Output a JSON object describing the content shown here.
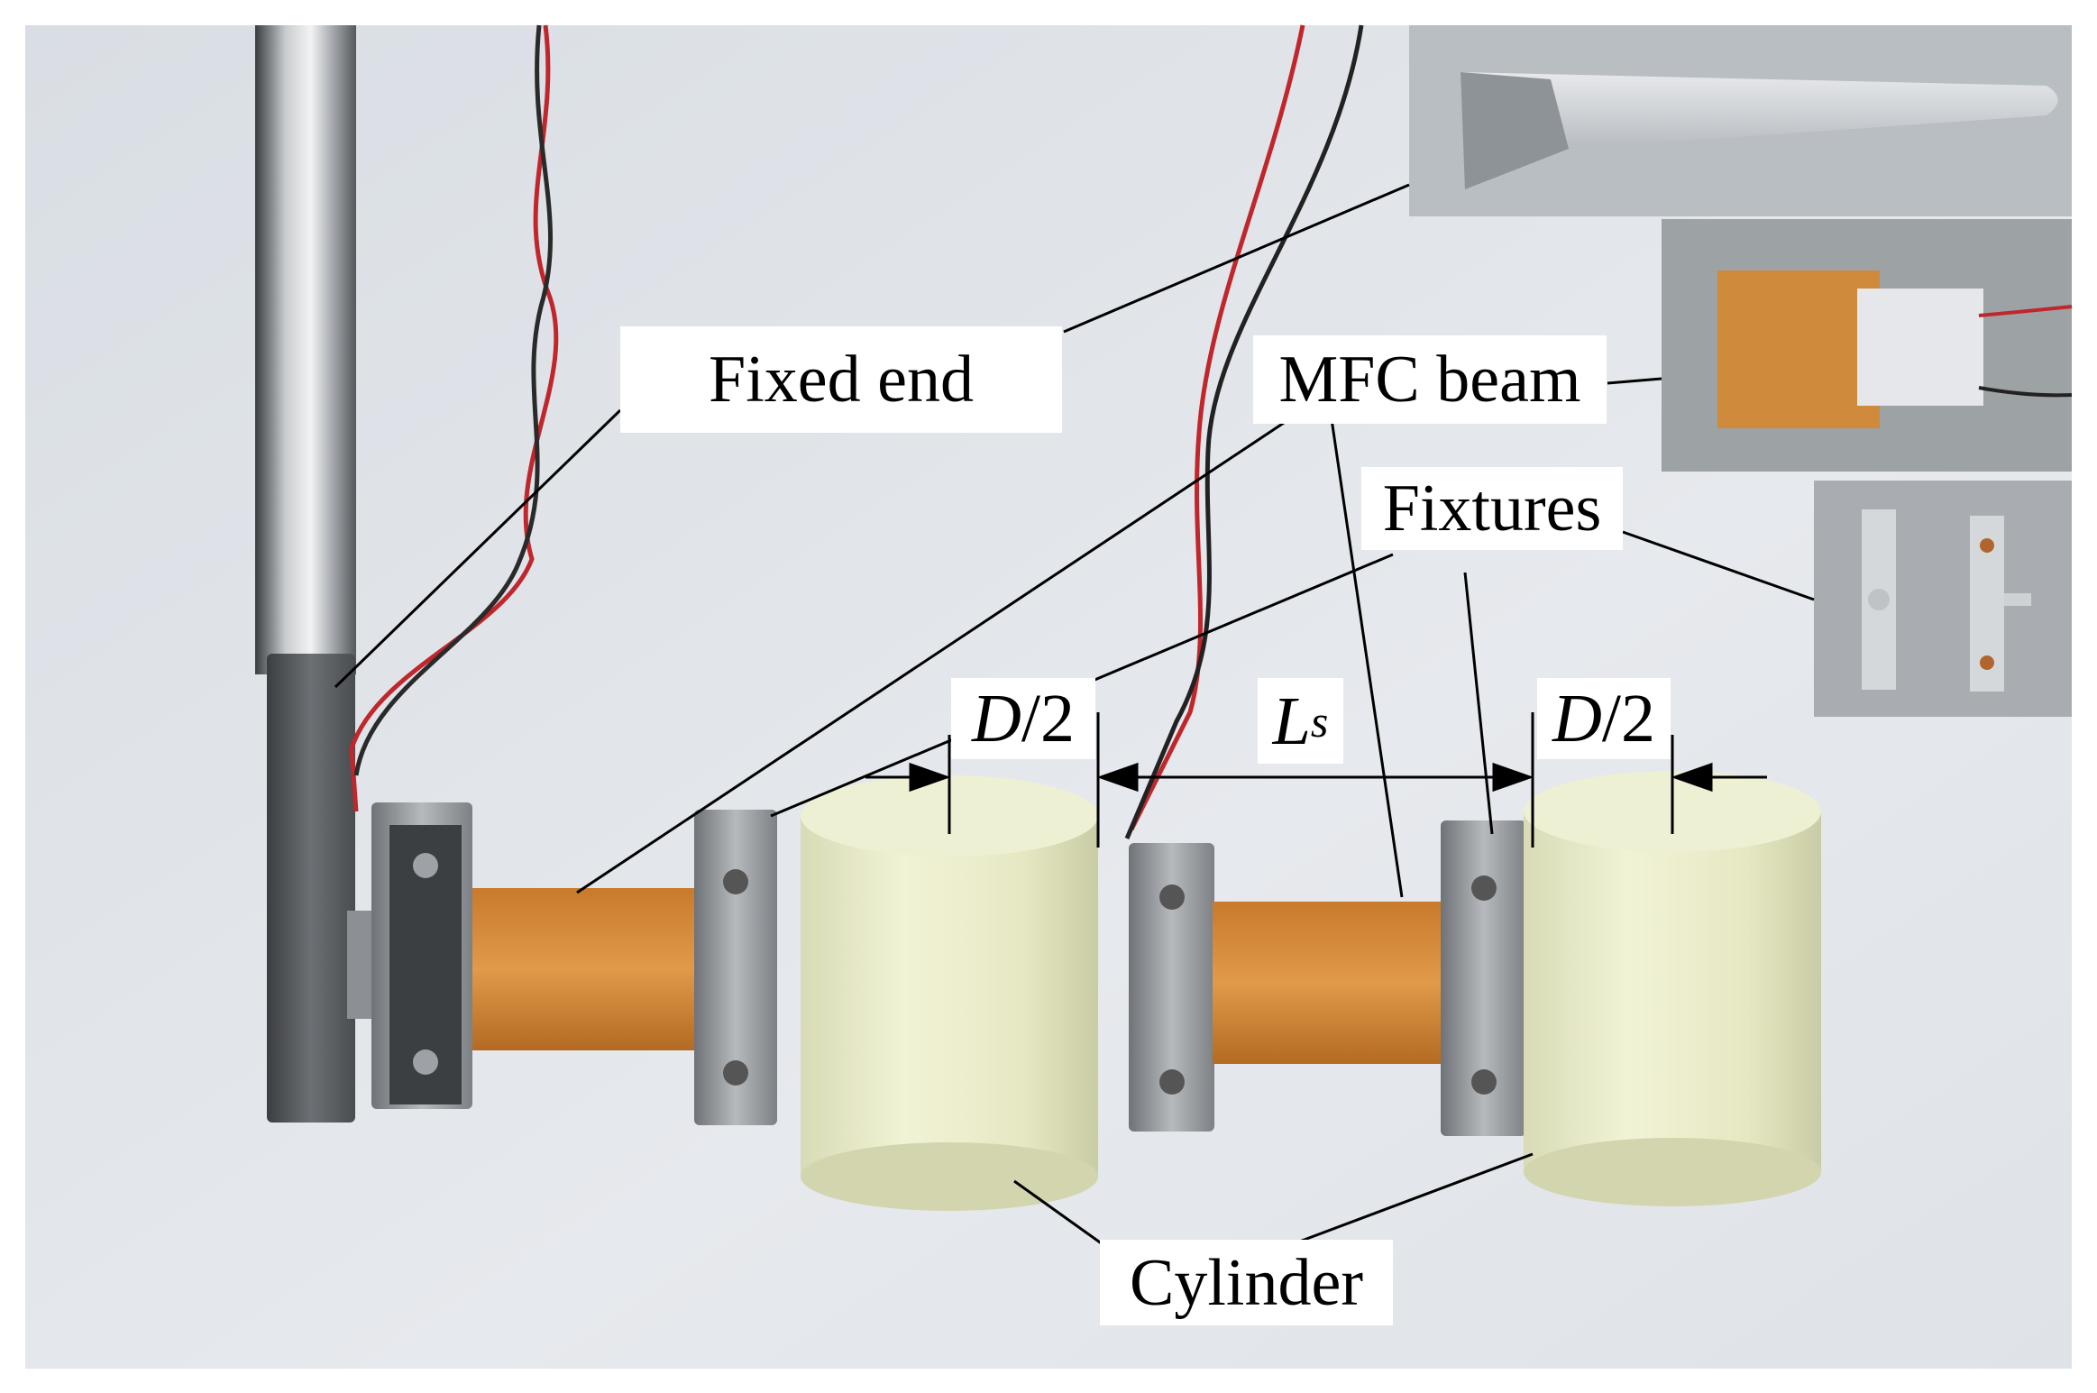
{
  "labels": {
    "fixed_end": "Fixed end",
    "mfc_beam": "MFC beam",
    "fixtures": "Fixtures",
    "cylinder": "Cylinder"
  },
  "dimensions": {
    "d_half_left": {
      "var": "D",
      "rest": "/2"
    },
    "spacing": {
      "var": "L",
      "sub": "s"
    },
    "d_half_right": {
      "var": "D",
      "rest": "/2"
    }
  }
}
